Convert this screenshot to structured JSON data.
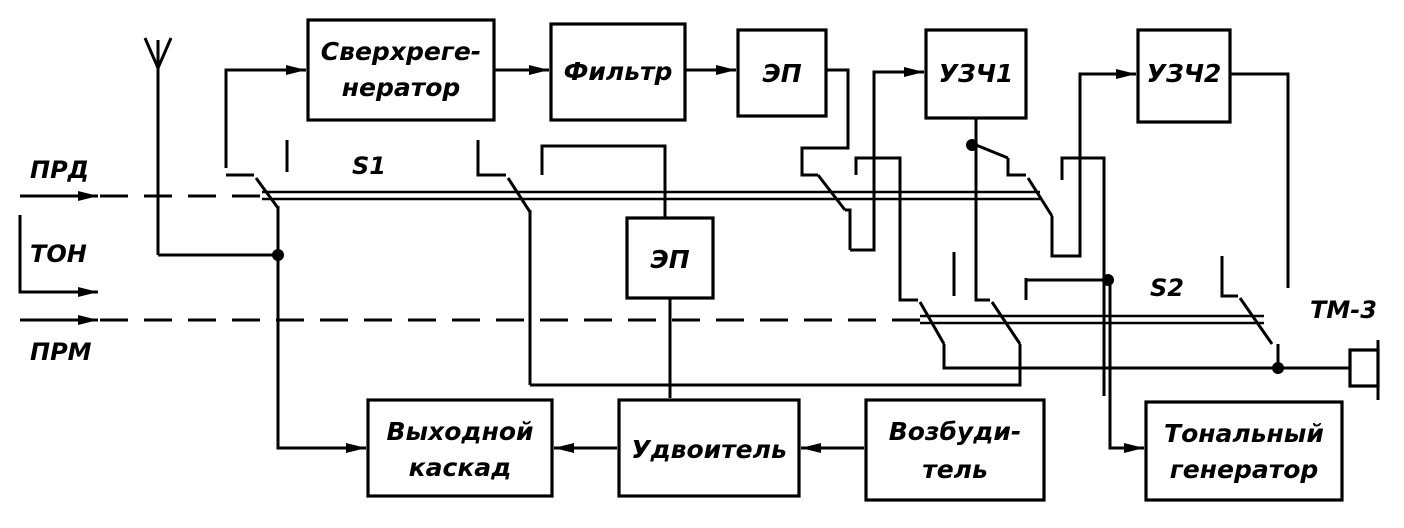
{
  "blocks": {
    "superregen": [
      "Сверхреге-",
      "нератор"
    ],
    "filter": "Фильтр",
    "ep_top": "ЭП",
    "uzch1": "УЗЧ1",
    "uzch2": "УЗЧ2",
    "ep_mid": "ЭП",
    "output_stage": [
      "Выходной",
      "каскад"
    ],
    "doubler": "Удвоитель",
    "exciter": [
      "Возбуди-",
      "тель"
    ],
    "tone_gen": [
      "Тональный",
      "генератор"
    ]
  },
  "labels": {
    "prd": "ПРД",
    "ton": "ТОН",
    "prm": "ПРМ",
    "s1": "S1",
    "s2": "S2",
    "tm3": "ТМ-3"
  }
}
